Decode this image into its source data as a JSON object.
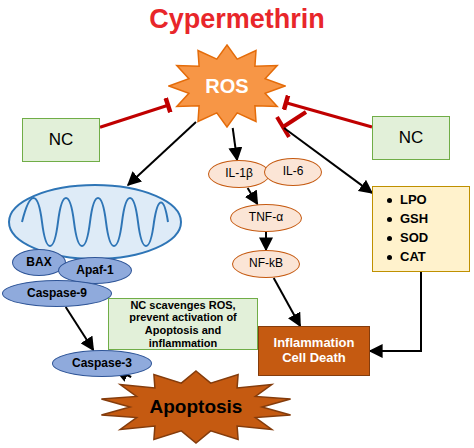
{
  "diagram": {
    "title": "Cypermethrin",
    "nodes": [
      {
        "text": [
          "ROS"
        ]
      },
      {
        "text": [
          "NC"
        ]
      },
      {
        "text": [
          "NC"
        ]
      },
      {
        "text": [
          "IL-1β"
        ]
      },
      {
        "text": [
          "IL-6"
        ]
      },
      {
        "text": [
          "LPO",
          "GSH",
          "SOD",
          "CAT"
        ]
      },
      {
        "text": [
          "BAX"
        ]
      },
      {
        "text": [
          "Apaf-1"
        ]
      },
      {
        "text": [
          "TNF-α"
        ]
      },
      {
        "text": [
          "Caspase-9"
        ]
      },
      {
        "text": [
          "NF-kB"
        ]
      },
      {
        "text": [
          "NC scavenges ROS, prevent activation of Apoptosis and inflammation"
        ]
      },
      {
        "text": [
          "Inflammation Cell Death"
        ]
      },
      {
        "text": [
          "Caspase-3"
        ]
      },
      {
        "text": [
          "Apoptosis"
        ]
      }
    ],
    "edges": [
      {
        "from": 1,
        "to": 0,
        "arrow": "to"
      },
      {
        "from": 2,
        "to": 0,
        "arrow": "to"
      },
      {
        "from": 0,
        "to": 3,
        "arrow": "to"
      },
      {
        "from": 0,
        "to": 5,
        "arrow": "to"
      },
      {
        "from": 3,
        "to": 8,
        "arrow": "to"
      },
      {
        "from": 8,
        "to": 10,
        "arrow": "to"
      },
      {
        "from": 10,
        "to": 12,
        "arrow": "to"
      },
      {
        "from": 5,
        "to": 12,
        "arrow": "to"
      },
      {
        "from": 9,
        "to": 13,
        "arrow": "to"
      },
      {
        "from": 13,
        "to": 14,
        "arrow": "to"
      }
    ]
  }
}
